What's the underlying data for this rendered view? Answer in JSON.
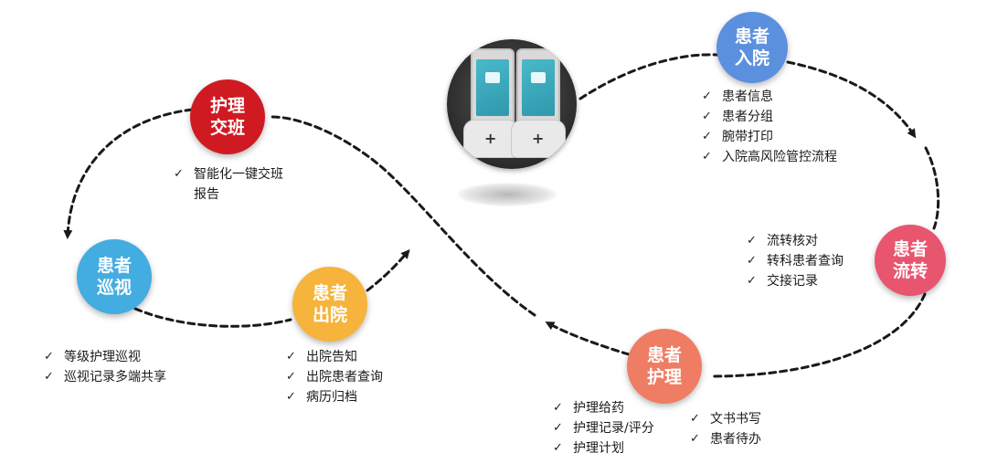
{
  "colors": {
    "admission": "#5b90de",
    "transfer": "#e8556f",
    "care": "#ef7d63",
    "discharge": "#f6b43c",
    "rounds": "#43ace0",
    "handover": "#cf1a22",
    "path": "#1a1a1a"
  },
  "check_glyph": "✓",
  "device": {
    "icon": "handheld-terminal-device"
  },
  "nodes": {
    "admission": {
      "line1": "患者",
      "line2": "入院"
    },
    "transfer": {
      "line1": "患者",
      "line2": "流转"
    },
    "care": {
      "line1": "患者",
      "line2": "护理"
    },
    "discharge": {
      "line1": "患者",
      "line2": "出院"
    },
    "rounds": {
      "line1": "患者",
      "line2": "巡视"
    },
    "handover": {
      "line1": "护理",
      "line2": "交班"
    }
  },
  "lists": {
    "admission": [
      "患者信息",
      "患者分组",
      "腕带打印",
      "入院高风险管控流程"
    ],
    "transfer": [
      "流转核对",
      "转科患者查询",
      "交接记录"
    ],
    "care_left": [
      "护理给药",
      "护理记录/评分",
      "护理计划"
    ],
    "care_right": [
      "文书书写",
      "患者待办"
    ],
    "discharge": [
      "出院告知",
      "出院患者查询",
      "病历归档"
    ],
    "rounds": [
      "等级护理巡视",
      "巡视记录多端共享"
    ],
    "handover": [
      "智能化一键交班报告"
    ]
  }
}
